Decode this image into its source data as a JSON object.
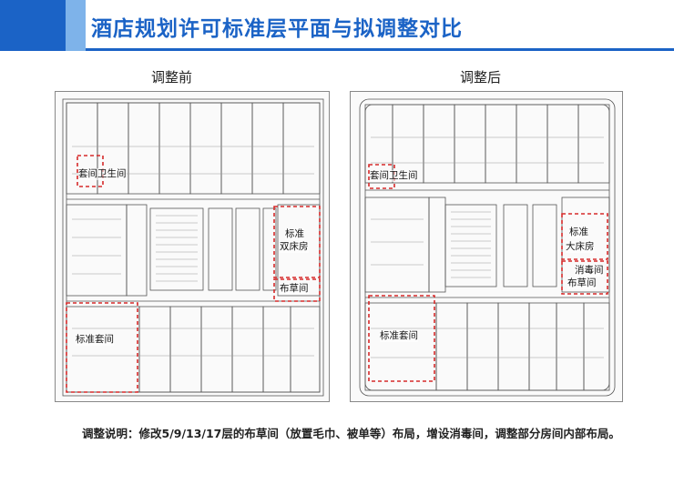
{
  "title": "酒店规划许可标准层平面与拟调整对比",
  "panels": [
    {
      "label": "调整前",
      "rooms": [
        "套间卫生间",
        "标准",
        "双床房",
        "布草间",
        "标准套间"
      ]
    },
    {
      "label": "调整后",
      "rooms": [
        "套间卫生间",
        "标准",
        "大床房",
        "消毒间",
        "布草间",
        "标准套间"
      ]
    }
  ],
  "note": "调整说明：修改5/9/13/17层的布草间（放置毛巾、被单等）布局，增设消毒间，调整部分房间内部布局。",
  "colors": {
    "accent": "#1b63c6",
    "accent_light": "#7eb3ea",
    "highlight": "#d62a2a"
  }
}
